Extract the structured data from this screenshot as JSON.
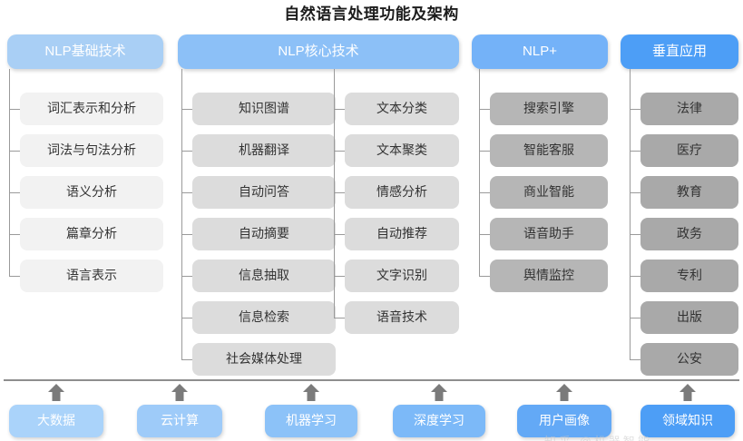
{
  "title": "自然语言处理功能及架构",
  "colors": {
    "header_1": "#a9cff5",
    "header_2": "#8cc0f7",
    "header_3": "#74b2f8",
    "header_4": "#4d9ef6",
    "item_1": "#f2f2f2",
    "item_2": "#dcdcdc",
    "item_3": "#b6b6b6",
    "item_4": "#a9a9a9",
    "footer_1": "#aad3fa",
    "footer_2": "#9ecbf9",
    "footer_3": "#8cc2f8",
    "footer_4": "#7cb9f8",
    "footer_5": "#63a9f6",
    "footer_6": "#4d9ef6",
    "line": "#9a9a9a",
    "baseline": "#8e8e8e",
    "arrow": "#7b7b7b",
    "title_text": "#1c1c1c"
  },
  "columns": [
    {
      "header": "NLP基础技术",
      "groups": [
        {
          "items": [
            "词汇表示和分析",
            "词法与句法分析",
            "语义分析",
            "篇章分析",
            "语言表示"
          ]
        }
      ]
    },
    {
      "header": "NLP核心技术",
      "groups": [
        {
          "items": [
            "知识图谱",
            "机器翻译",
            "自动问答",
            "自动摘要",
            "信息抽取",
            "信息检索",
            "社会媒体处理"
          ]
        },
        {
          "items": [
            "文本分类",
            "文本聚类",
            "情感分析",
            "自动推荐",
            "文字识别",
            "语音技术"
          ]
        }
      ]
    },
    {
      "header": "NLP+",
      "groups": [
        {
          "items": [
            "搜索引擎",
            "智能客服",
            "商业智能",
            "语音助手",
            "舆情监控"
          ]
        }
      ]
    },
    {
      "header": "垂直应用",
      "groups": [
        {
          "items": [
            "法律",
            "医疗",
            "教育",
            "政务",
            "专利",
            "出版",
            "公安"
          ]
        }
      ]
    }
  ],
  "foundation": {
    "items": [
      "大数据",
      "云计算",
      "机器学习",
      "深度学习",
      "用户画像",
      "领域知识"
    ],
    "arrow_icon": "arrow-up-icon"
  },
  "watermark": "知乎 @机器智能"
}
